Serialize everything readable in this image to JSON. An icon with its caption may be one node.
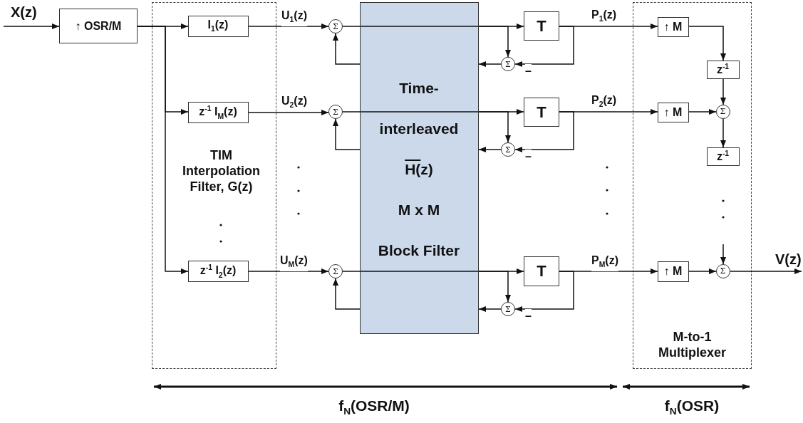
{
  "diagram": {
    "nodes": [
      {
        "text": [
          "↑ OSR/M"
        ]
      },
      {
        "text": [
          "TIM Interpolation Filter, G(z)"
        ]
      },
      {
        "text": [
          "I$_{1}$(z)"
        ],
        "in": 1
      },
      {
        "text": [
          "z$^{-1}$ I$_{M}$(z)"
        ],
        "in": 1
      },
      {
        "text": [
          "z$^{-1}$ I$_{2}$(z)"
        ],
        "in": 1
      },
      {
        "text": [
          "Σ"
        ]
      },
      {
        "text": [
          "Σ"
        ]
      },
      {
        "text": [
          "Σ"
        ]
      },
      {
        "text": [
          "Time- interleaved",
          "H(z)",
          "M x M",
          "Block Filter"
        ]
      },
      {
        "text": [
          "T"
        ]
      },
      {
        "text": [
          "T"
        ]
      },
      {
        "text": [
          "T"
        ]
      },
      {
        "text": [
          "Σ"
        ]
      },
      {
        "text": [
          "Σ"
        ]
      },
      {
        "text": [
          "Σ"
        ]
      },
      {
        "text": [
          "M-to-1 Multiplexer"
        ]
      },
      {
        "text": [
          "↑ M"
        ],
        "in": 15
      },
      {
        "text": [
          "↑ M"
        ],
        "in": 15
      },
      {
        "text": [
          "↑ M"
        ],
        "in": 15
      },
      {
        "text": [
          "z$^{-1}$"
        ],
        "in": 15
      },
      {
        "text": [
          "Σ"
        ],
        "in": 15
      },
      {
        "text": [
          "z$^{-1}$"
        ],
        "in": 15
      },
      {
        "text": [
          "Σ"
        ],
        "in": 15
      }
    ],
    "edges": [
      {
        "from": null,
        "to": 0,
        "arrow": "to",
        "label": "X(z)"
      },
      {
        "from": 0,
        "to": 2,
        "arrow": "to"
      },
      {
        "from": 0,
        "to": 3,
        "arrow": "to"
      },
      {
        "from": 0,
        "to": 4,
        "arrow": "to"
      },
      {
        "from": 2,
        "to": 5,
        "arrow": "to",
        "label": "U$_{1}$(z)"
      },
      {
        "from": 3,
        "to": 6,
        "arrow": "to",
        "label": "U$_{2}$(z)"
      },
      {
        "from": 4,
        "to": 7,
        "arrow": "to",
        "label": "U$_{M}$(z)"
      },
      {
        "from": 5,
        "to": 8,
        "arrow": "none"
      },
      {
        "from": 8,
        "to": 5,
        "arrow": "to"
      },
      {
        "from": 8,
        "to": 9,
        "arrow": "to"
      },
      {
        "from": 8,
        "to": 12,
        "arrow": "to"
      },
      {
        "from": 9,
        "to": 12,
        "arrow": "to"
      },
      {
        "from": 12,
        "to": 8,
        "arrow": "to"
      },
      {
        "from": 6,
        "to": 8,
        "arrow": "none"
      },
      {
        "from": 8,
        "to": 6,
        "arrow": "to"
      },
      {
        "from": 8,
        "to": 10,
        "arrow": "to"
      },
      {
        "from": 8,
        "to": 13,
        "arrow": "to"
      },
      {
        "from": 10,
        "to": 13,
        "arrow": "to"
      },
      {
        "from": 13,
        "to": 8,
        "arrow": "to"
      },
      {
        "from": 7,
        "to": 8,
        "arrow": "none"
      },
      {
        "from": 8,
        "to": 7,
        "arrow": "to"
      },
      {
        "from": 8,
        "to": 11,
        "arrow": "to"
      },
      {
        "from": 8,
        "to": 14,
        "arrow": "to"
      },
      {
        "from": 11,
        "to": 14,
        "arrow": "to"
      },
      {
        "from": 14,
        "to": 8,
        "arrow": "to"
      },
      {
        "from": 9,
        "to": 16,
        "arrow": "to",
        "label": "P$_{1}$(z)"
      },
      {
        "from": 10,
        "to": 17,
        "arrow": "to",
        "label": "P$_{2}$(z)"
      },
      {
        "from": 11,
        "to": 18,
        "arrow": "to",
        "label": "P$_{M}$(z)"
      },
      {
        "from": 16,
        "to": 19,
        "arrow": "to"
      },
      {
        "from": 19,
        "to": 20,
        "arrow": "to"
      },
      {
        "from": 17,
        "to": 20,
        "arrow": "to"
      },
      {
        "from": 20,
        "to": 21,
        "arrow": "to"
      },
      {
        "from": null,
        "to": 22,
        "arrow": "to"
      },
      {
        "from": 18,
        "to": 22,
        "arrow": "to"
      },
      {
        "from": 22,
        "to": null,
        "arrow": "to",
        "label": "V(z)"
      }
    ],
    "labels": [
      "–",
      "–",
      "–",
      "f$_{N}$(OSR/M)",
      "f$_{N}$(OSR)"
    ]
  }
}
